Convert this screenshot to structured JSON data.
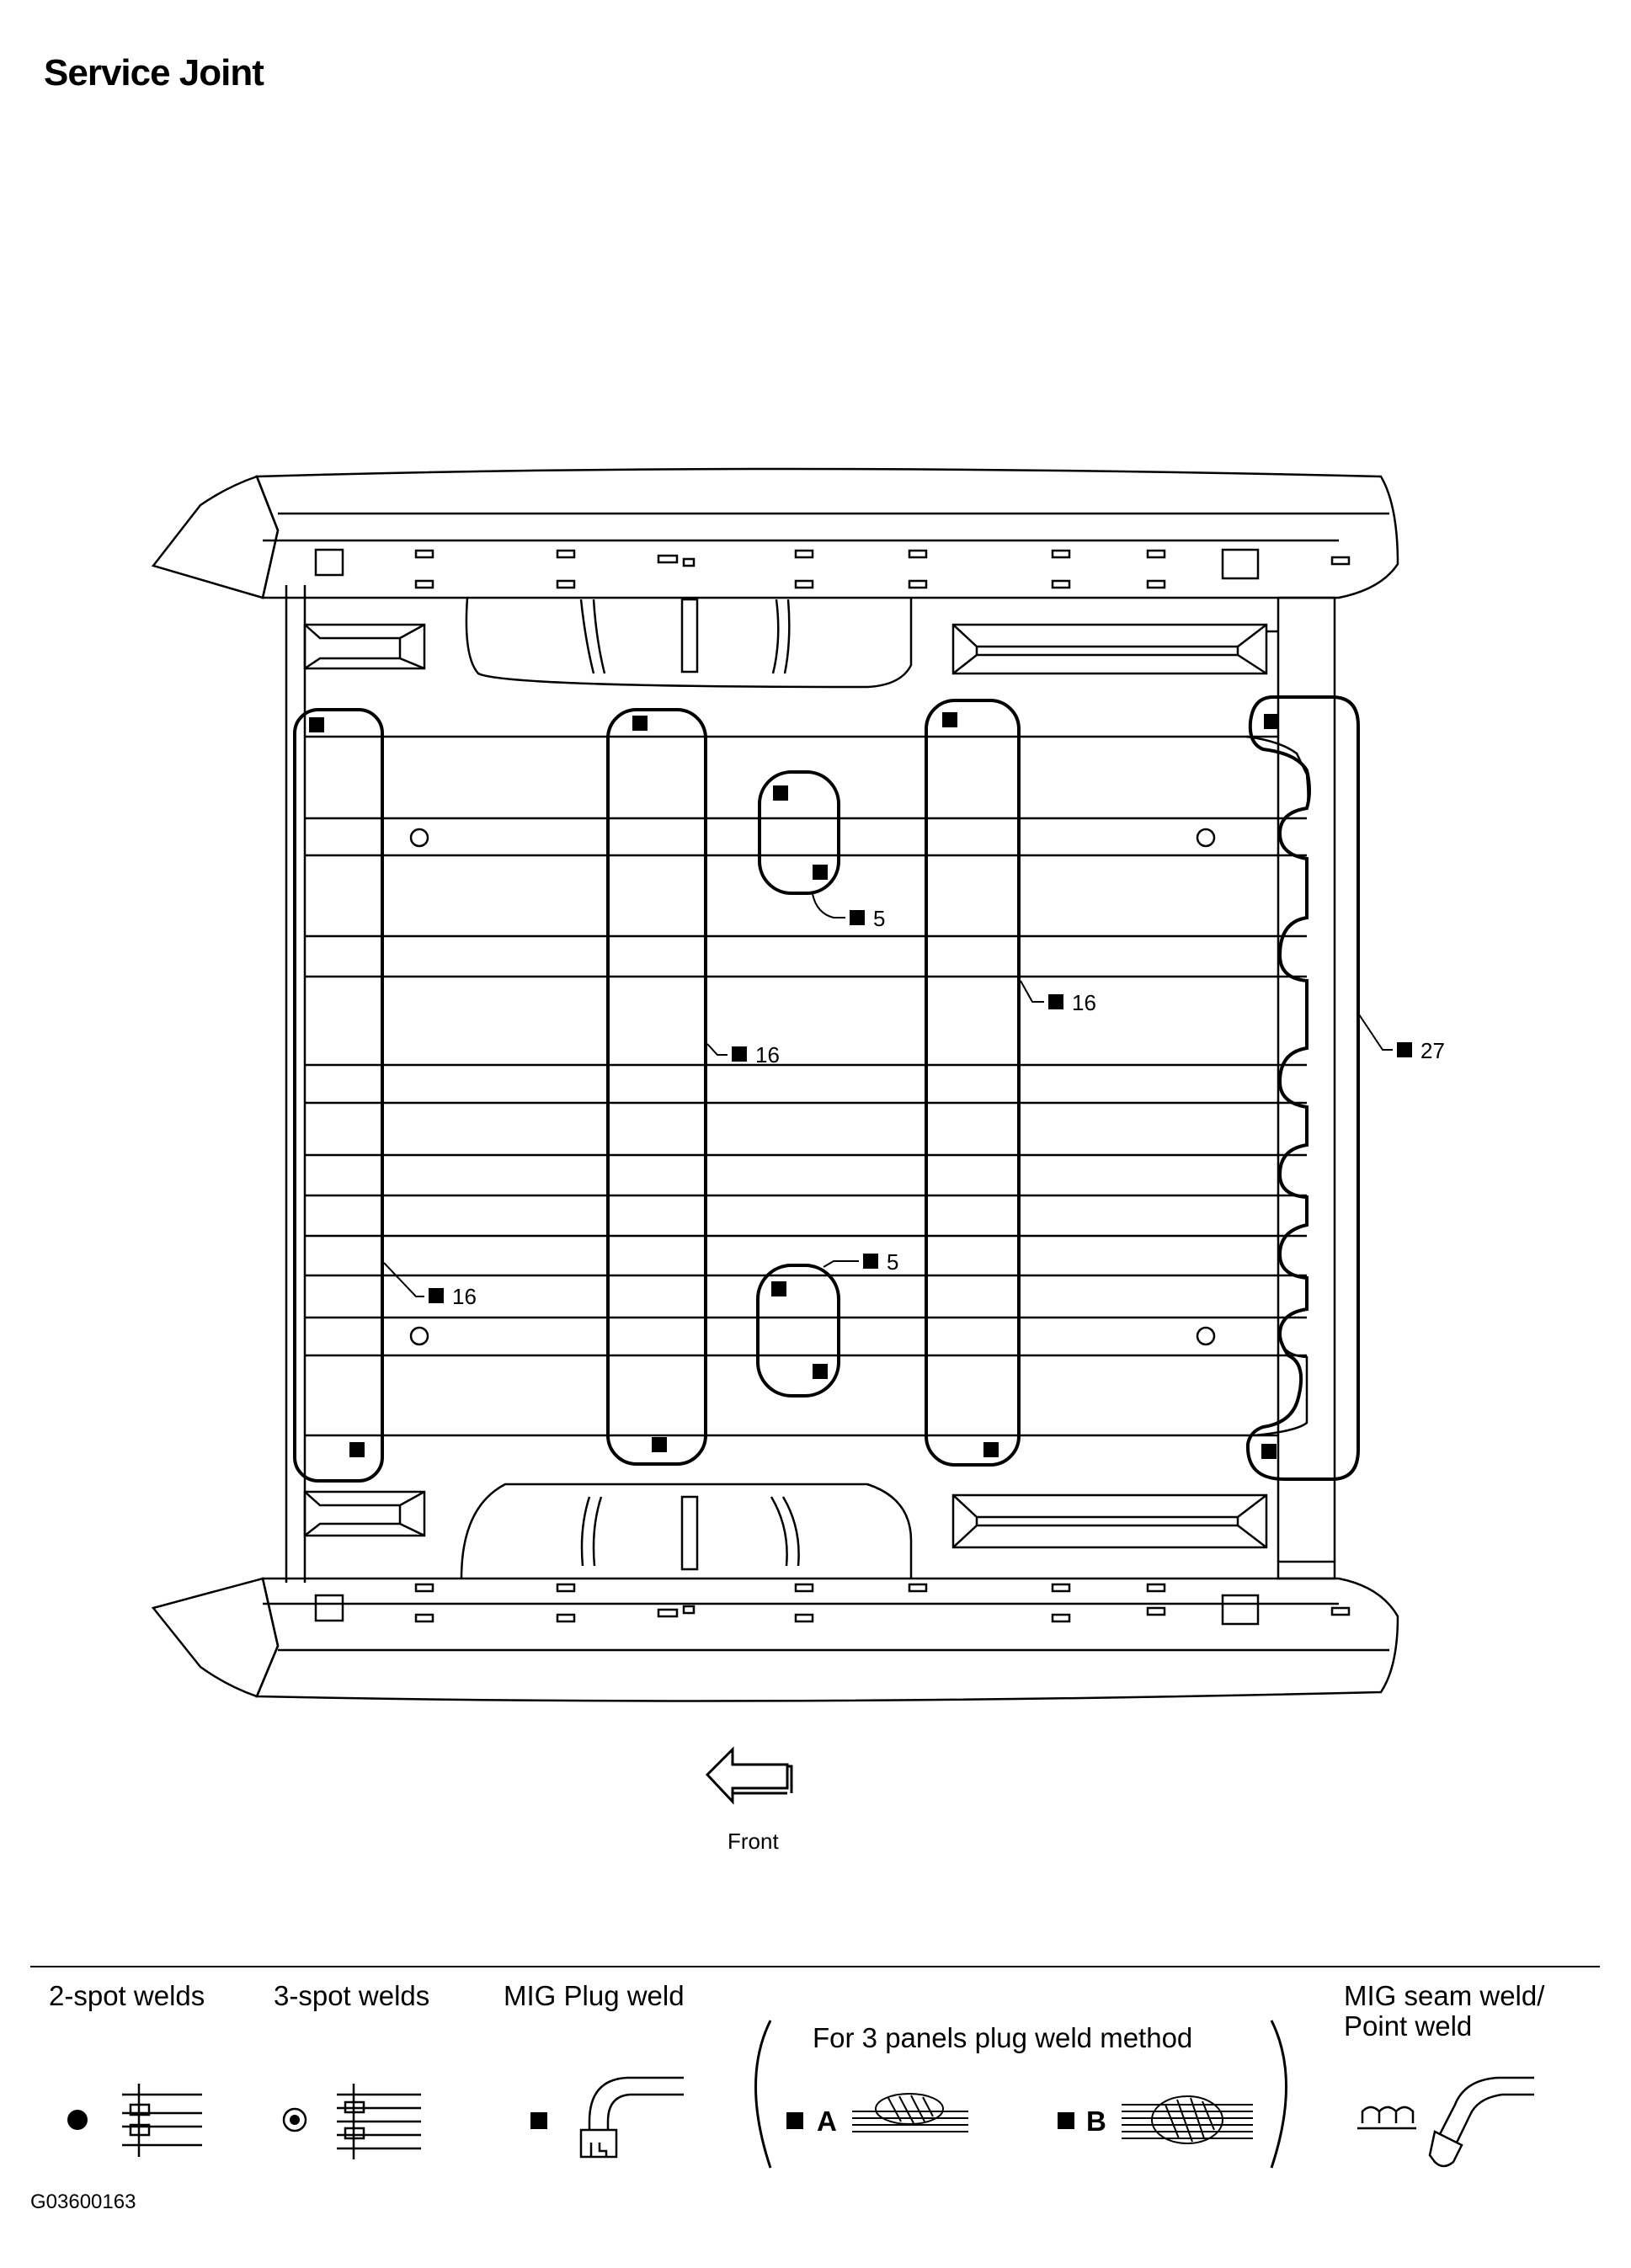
{
  "title": "Service Joint",
  "figure_id": "G03600163",
  "direction_label": "Front",
  "callouts": {
    "left_strip": "16",
    "mid_strip": "16",
    "right_strip": "16",
    "right_edge": "27",
    "upper_small": "5",
    "lower_small": "5"
  },
  "legend": {
    "two_spot": "2-spot welds",
    "three_spot": "3-spot welds",
    "mig_plug": "MIG Plug weld",
    "three_panel": "For 3 panels plug weld method",
    "method_a": "A",
    "method_b": "B",
    "seam_line1": "MIG seam weld/",
    "seam_line2": "Point weld"
  }
}
